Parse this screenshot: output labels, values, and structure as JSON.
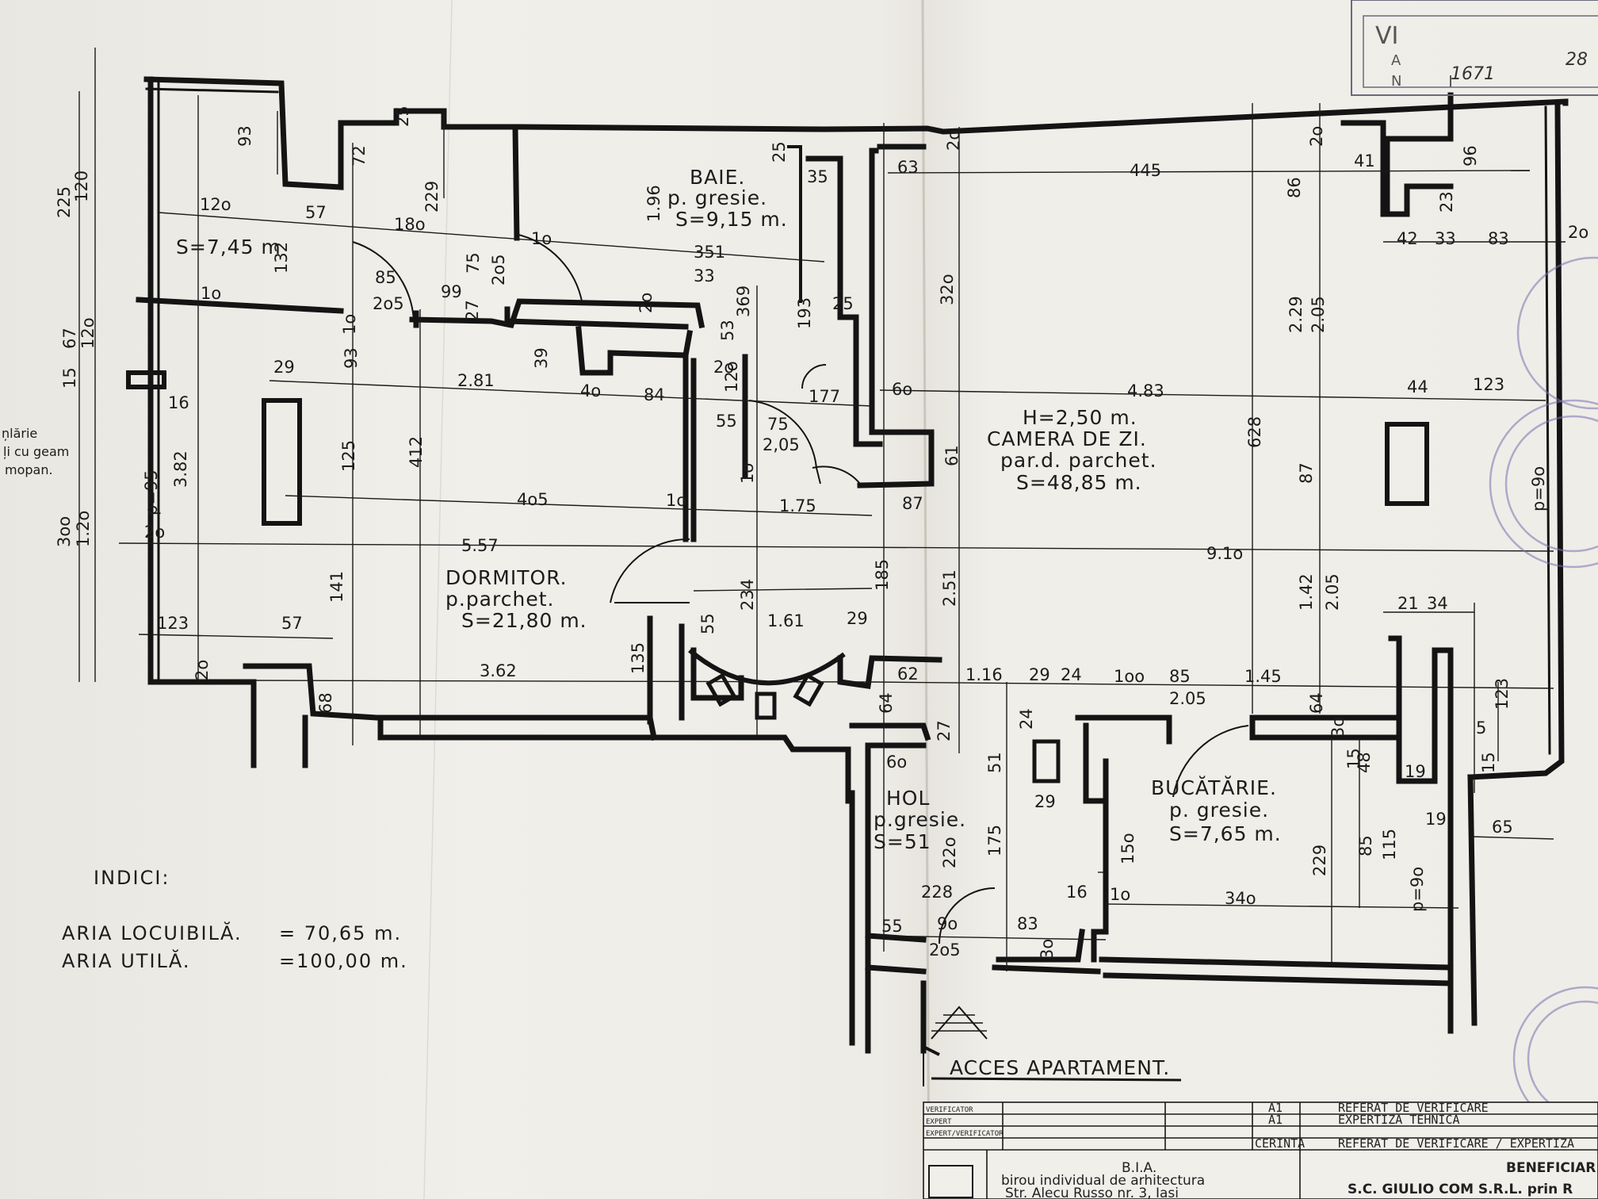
{
  "rooms": {
    "baie": {
      "name": "BAIE.",
      "floor": "p. gresie.",
      "area": "S=9,15 m."
    },
    "s745": {
      "area": "S=7,45 m"
    },
    "dormitor": {
      "name": "DORMITOR.",
      "floor": "p.parchet.",
      "area": "S=21,80 m."
    },
    "camera": {
      "height": "H=2,50 m.",
      "name": "CAMERA DE ZI.",
      "floor": "par.d. parchet.",
      "area": "S=48,85 m."
    },
    "hol": {
      "name": "HOL",
      "floor": "p.gresie.",
      "area": "S=51"
    },
    "bucatarie": {
      "name": "BUCĂTĂRIE.",
      "floor": "p. gresie.",
      "area": "S=7,65 m."
    }
  },
  "entrance": "ACCES APARTAMENT.",
  "legend": {
    "title": "INDICI:",
    "row1_label": "ARIA LOCUIBILĂ.",
    "row1_value": "= 70,65 m.",
    "row2_label": "ARIA UTILĂ.",
    "row2_value": "=100,00 m."
  },
  "side_note": [
    "ņlărie",
    "ļi cu geam",
    "mopan."
  ],
  "stamp_top": {
    "l1": "VI",
    "l2": "A",
    "l3": "N",
    "l4": "1671",
    "l5": "28"
  },
  "title_block": {
    "rows": [
      {
        "role": "VERIFICATOR",
        "code": "A1",
        "text": "REFERAT DE VERIFICARE"
      },
      {
        "role": "EXPERT",
        "code": "A1",
        "text": "EXPERTIZA TEHNICA"
      },
      {
        "role": "EXPERT/VERIFICATOR",
        "code": "CERINTA",
        "text": "REFERAT DE VERIFICARE / EXPERTIZA"
      }
    ],
    "firm_l1": "B.I.A.",
    "firm_l2": "birou individual de arhitectura",
    "firm_l3": "Str. Alecu Russo nr. 3, Iasi",
    "beneficiar_label": "BENEFICIAR:",
    "beneficiar": "S.C. GIULIO COM S.R.L. prin R"
  },
  "dims": {
    "d225": "225",
    "d120a": "120",
    "d93": "93",
    "d120b": "12o",
    "d57a": "57",
    "d180": "18o",
    "d229a": "229",
    "d72": "72",
    "d25a": "25",
    "d10a": "1o",
    "d132": "132",
    "d75a": "75",
    "d205a": "2o5",
    "d85a": "85",
    "d99": "99",
    "d27a": "27",
    "d205b": "2o5",
    "d10b": "1o",
    "d10c": "1o",
    "d67": "67",
    "d120c": "12o",
    "d15": "15",
    "d16": "16",
    "d29a": "29",
    "d281": "2.81",
    "d93b": "93",
    "d125": "125",
    "d412": "412",
    "d39": "39",
    "d40": "4o",
    "d84": "84",
    "d382": "3.82",
    "p95": "p=95",
    "d20a": "2o",
    "d300": "3oo",
    "d120d": "1.2o",
    "d405": "4o5",
    "d557": "5.57",
    "d141": "141",
    "d123a": "123",
    "d57b": "57",
    "d20b": "2o",
    "d68": "68",
    "d362": "3.62",
    "d196": "1.96",
    "d351": "351",
    "d33a": "33",
    "d369": "369",
    "d20c": "2o",
    "d53": "53",
    "d120e": "12o",
    "d20d": "2o",
    "d55a": "55",
    "d75b": "75",
    "d205c": "2,05",
    "d177": "177",
    "d193": "193",
    "d25b": "25",
    "d25c": "25",
    "d35": "35",
    "d10d": "1o",
    "d175a": "1.75",
    "d10e": "1o",
    "d234": "234",
    "d55b": "55",
    "d161": "1.61",
    "d29b": "29",
    "d135": "135",
    "d185": "185",
    "d87a": "87",
    "d63": "63",
    "d20e": "2o",
    "d320": "32o",
    "d60a": "6o",
    "d61": "61",
    "d251": "2.51",
    "d445": "445",
    "d20f": "2o",
    "d41": "41",
    "d86": "86",
    "d96": "96",
    "d23": "23",
    "d42": "42",
    "d33b": "33",
    "d83a": "83",
    "d20g": "2o",
    "d229b": "2.29",
    "d205d": "2.05",
    "d483": "4.83",
    "d44": "44",
    "d123b": "123",
    "d628": "628",
    "d87b": "87",
    "p90a": "p=9o",
    "d910": "9.1o",
    "d142": "1.42",
    "d205e": "2.05",
    "d21": "21",
    "d34": "34",
    "d62": "62",
    "d116": "1.16",
    "d29c": "29",
    "d24a": "24",
    "d100": "1oo",
    "d85b": "85",
    "d145": "1.45",
    "d205f": "2.05",
    "d64a": "64",
    "d64b": "64",
    "d30a": "3o",
    "d27b": "27",
    "d60b": "6o",
    "d24b": "24",
    "d51": "51",
    "d29d": "29",
    "d123c": "123",
    "d5": "5",
    "d15b": "15",
    "d15c": "15",
    "d48": "48",
    "d19a": "19",
    "d19b": "19",
    "d65": "65",
    "d85c": "85",
    "d115": "115",
    "p90b": "p=9o",
    "d229c": "229",
    "d150": "15o",
    "d175b": "175",
    "d220": "22o",
    "d16b": "16",
    "d10f": "1o",
    "d340": "34o",
    "d228": "228",
    "d90": "9o",
    "d55c": "55",
    "d83b": "83",
    "d30b": "3o",
    "d205g": "2o5"
  }
}
